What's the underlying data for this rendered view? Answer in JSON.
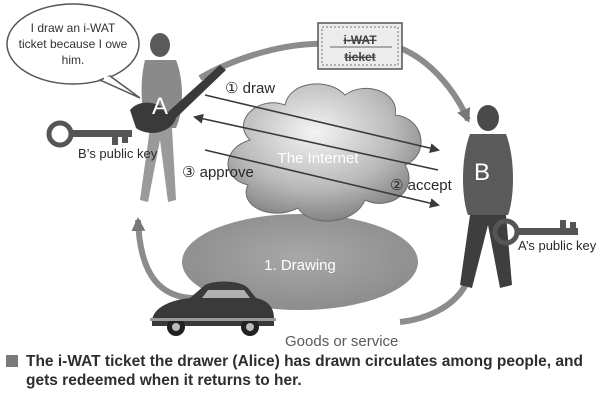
{
  "diagram": {
    "speech_bubble": [
      "I draw an i-WAT",
      "ticket because I owe",
      "him."
    ],
    "ticket_lines": [
      "i-WAT",
      "ticket"
    ],
    "node_a_label": "A",
    "node_b_label": "B",
    "cloud_label": "The Internet",
    "ellipse_label": "1. Drawing",
    "steps": {
      "draw": "① draw",
      "accept": "② accept",
      "approve": "③ approve"
    },
    "key_a_caption": "B’s public key",
    "key_b_caption": "A’s public key",
    "goods_label": "Goods or service"
  },
  "caption": {
    "line1": "The i-WAT ticket the drawer (Alice) has drawn circulates among people, and",
    "line2": "gets redeemed when it returns to her."
  }
}
